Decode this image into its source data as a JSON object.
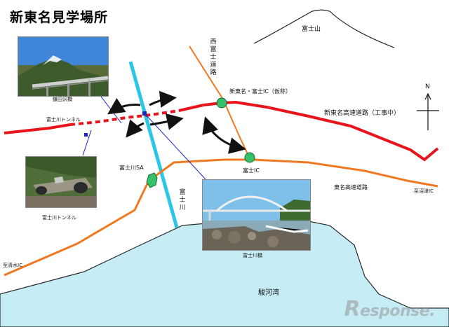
{
  "title": "新東名見学場所",
  "colors": {
    "new_tomei": "#e8141c",
    "tomei": "#f07820",
    "fuji_river": "#29c6e8",
    "sea": "#c6ecf6",
    "ic_marker": "#36c06a",
    "pointer": "#1a22c8"
  },
  "labels": {
    "mt_fuji": "富士山",
    "nishi_fuji_road": "西富士道路",
    "new_fuji_ic": "新東名・富士IC（仮称）",
    "new_tomei_expressway": "新東名高速道路（工事中）",
    "fuji_ic": "富士IC",
    "tomei_expressway": "東名高速道路",
    "to_numazu_ic": "至沼津IC",
    "fujikawa_sa": "富士川SA",
    "fuji_river": "富士川",
    "fujikawa_tunnel_route": "富士川トンネル",
    "to_shimizu_ic": "至清水IC",
    "suruga_bay": "駿河湾",
    "north": "N",
    "watermark": "esponse.",
    "watermark_r": "R"
  },
  "photos": {
    "kamadazawa": "鎌田沢橋",
    "tunnel": "富士川トンネル",
    "bridge": "富士川橋"
  }
}
